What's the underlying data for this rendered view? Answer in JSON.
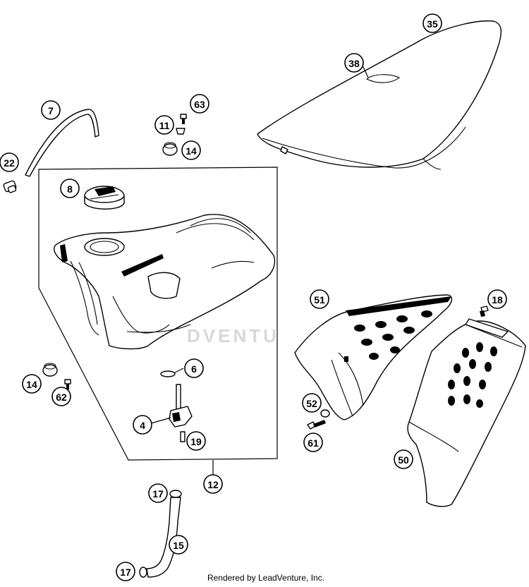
{
  "diagram": {
    "callouts": [
      {
        "id": "c35",
        "label": "35"
      },
      {
        "id": "c38",
        "label": "38"
      },
      {
        "id": "c7",
        "label": "7"
      },
      {
        "id": "c63",
        "label": "63"
      },
      {
        "id": "c11",
        "label": "11"
      },
      {
        "id": "c14a",
        "label": "14"
      },
      {
        "id": "c22",
        "label": "22"
      },
      {
        "id": "c8",
        "label": "8"
      },
      {
        "id": "c18",
        "label": "18"
      },
      {
        "id": "c51",
        "label": "51"
      },
      {
        "id": "c6",
        "label": "6"
      },
      {
        "id": "c14b",
        "label": "14"
      },
      {
        "id": "c62",
        "label": "62"
      },
      {
        "id": "c4",
        "label": "4"
      },
      {
        "id": "c19",
        "label": "19"
      },
      {
        "id": "c52",
        "label": "52"
      },
      {
        "id": "c61",
        "label": "61"
      },
      {
        "id": "c50",
        "label": "50"
      },
      {
        "id": "c12",
        "label": "12"
      },
      {
        "id": "c17a",
        "label": "17"
      },
      {
        "id": "c15",
        "label": "15"
      },
      {
        "id": "c17b",
        "label": "17"
      }
    ],
    "watermark": "DVENTU",
    "footer": "Rendered by LeadVenture, Inc."
  }
}
